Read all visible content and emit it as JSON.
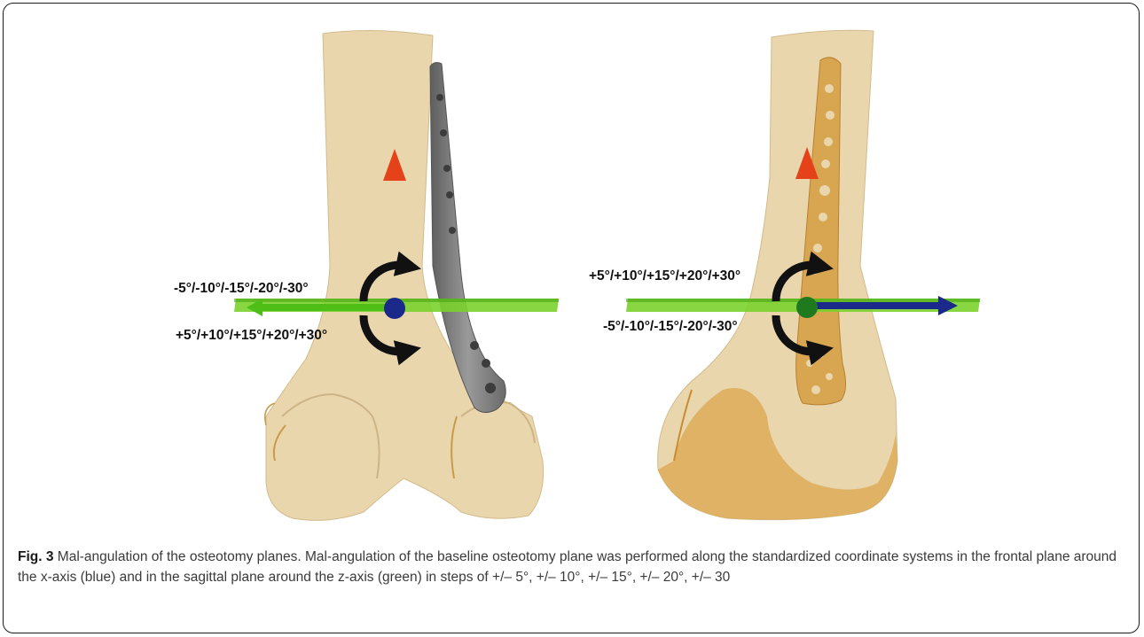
{
  "figure": {
    "left_panel": {
      "label_top": "-5°/-10°/-15°/-20°/-30°",
      "label_bottom": "+5°/+10°/+15°/+20°/+30°"
    },
    "right_panel": {
      "label_top": "+5°/+10°/+15°/+20°/+30°",
      "label_bottom": "-5°/-10°/-15°/-20°/-30°"
    },
    "colors": {
      "bone": "#e5d2a8",
      "plate_grey": "#7b7b7b",
      "plate_gold": "#d9a54c",
      "arrow_red": "#e5421a",
      "plane_green": "#7ad12e",
      "axis_blue": "#1b2a8a",
      "axis_green": "#1f7a1f"
    }
  },
  "caption": {
    "label": "Fig. 3",
    "text": " Mal-angulation of the osteotomy planes. Mal-angulation of the baseline osteotomy plane was performed along the standardized coordinate systems in the frontal plane around the x-axis (blue) and in the sagittal plane around the z-axis (green) in steps of +/– 5°, +/– 10°, +/– 15°, +/– 20°, +/– 30"
  }
}
